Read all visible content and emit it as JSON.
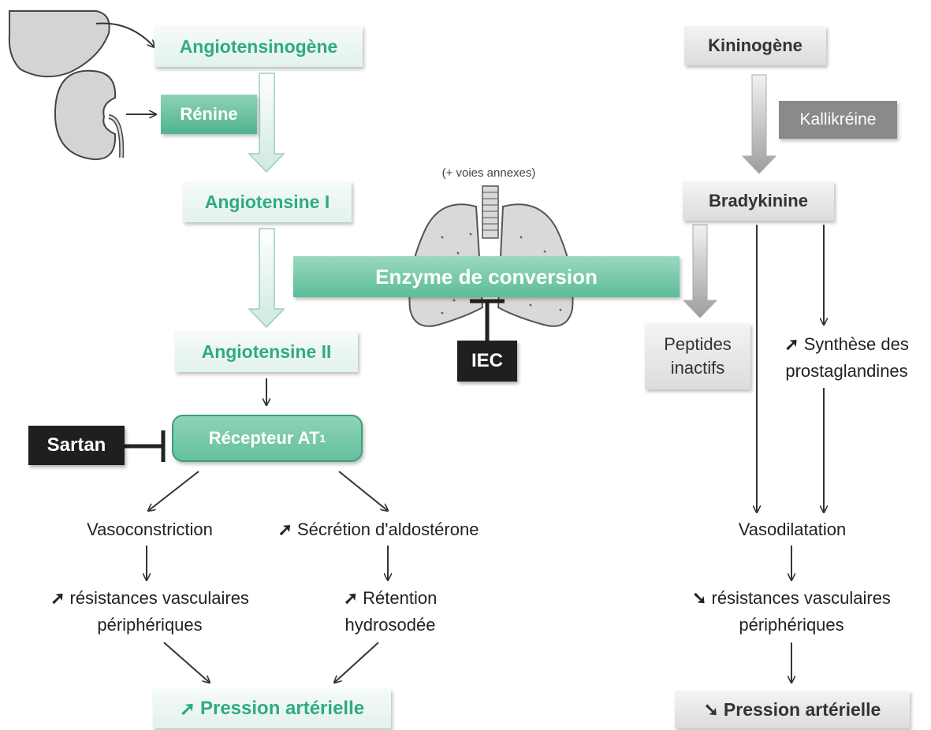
{
  "renin_path": {
    "angiotensinogen": "Angiotensinogène",
    "renin": "Rénine",
    "angiotensin_1": "Angiotensine I",
    "angiotensin_2": "Angiotensine II",
    "receptor": "Récepteur AT",
    "receptor_sub": "1",
    "sartan": "Sartan"
  },
  "center": {
    "other_pathways": "(+ voies annexes)",
    "enzyme": "Enzyme de conversion",
    "iec": "IEC"
  },
  "left_effects": {
    "vasoconstriction": "Vasoconstriction",
    "aldosterone": "Sécrétion d'aldostérone",
    "resistance_line1": "résistances vasculaires",
    "resistance_line2": "périphériques",
    "retention_line1": "Rétention",
    "retention_line2": "hydrosodée",
    "pressure": "Pression artérielle"
  },
  "kinin_path": {
    "kininogen": "Kininogène",
    "kallikrein": "Kallikréine",
    "bradykinin": "Bradykinine",
    "peptides_line1": "Peptides",
    "peptides_line2": "inactifs",
    "synthesis_line1": "Synthèse des",
    "synthesis_line2": "prostaglandines",
    "vasodilatation": "Vasodilatation",
    "resistance_line1": "résistances vasculaires",
    "resistance_line2": "périphériques",
    "pressure": "Pression artérielle"
  },
  "symbols": {
    "up": "➚",
    "down": "➘"
  },
  "colors": {
    "green_text": "#2faa84",
    "green_box": "#6cc4a3",
    "dark_box": "#1f1f1f",
    "gray_box": "#8a8a8a"
  }
}
